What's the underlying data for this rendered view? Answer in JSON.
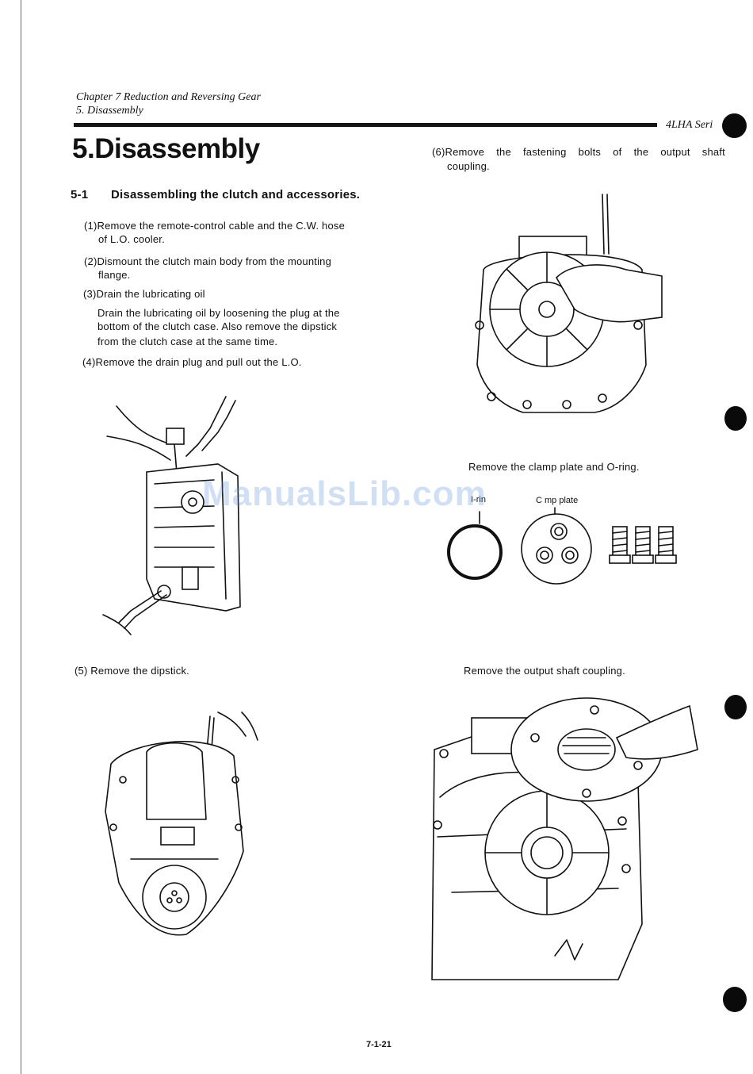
{
  "header": {
    "chapter": "Chapter 7 Reduction and Reversing Gear",
    "section": "5. Disassembly",
    "series": "4LHA Seri"
  },
  "title": "5.Disassembly",
  "subsection": {
    "number": "5-1",
    "title": "Disassembling the clutch and accessories."
  },
  "steps": [
    {
      "lines": [
        "(1)Remove the remote-control cable and the C.W. hose",
        "of L.O. cooler."
      ]
    },
    {
      "lines": [
        "(2)Dismount the clutch main body from the mounting",
        "flange."
      ]
    },
    {
      "lines": [
        "(3)Drain the lubricating oil",
        "Drain the lubricating oil by loosening the plug at the",
        "bottom of the clutch case.  Also remove the dipstick",
        "from the clutch case at the same time."
      ]
    },
    {
      "lines": [
        "(4)Remove the drain plug and pull out the L.O."
      ]
    }
  ],
  "step5": "(5) Remove the dipstick.",
  "step6": {
    "lines": [
      "(6)Remove the fastening bolts of the output shaft",
      "coupling."
    ]
  },
  "captions": {
    "clamp": "Remove the clamp plate and O-ring.",
    "oring_label": "I-rin",
    "clamp_label": "C mp plate",
    "coupling": "Remove the output shaft coupling."
  },
  "watermark": "ManualsLib.com",
  "page_number": "7-1-21"
}
